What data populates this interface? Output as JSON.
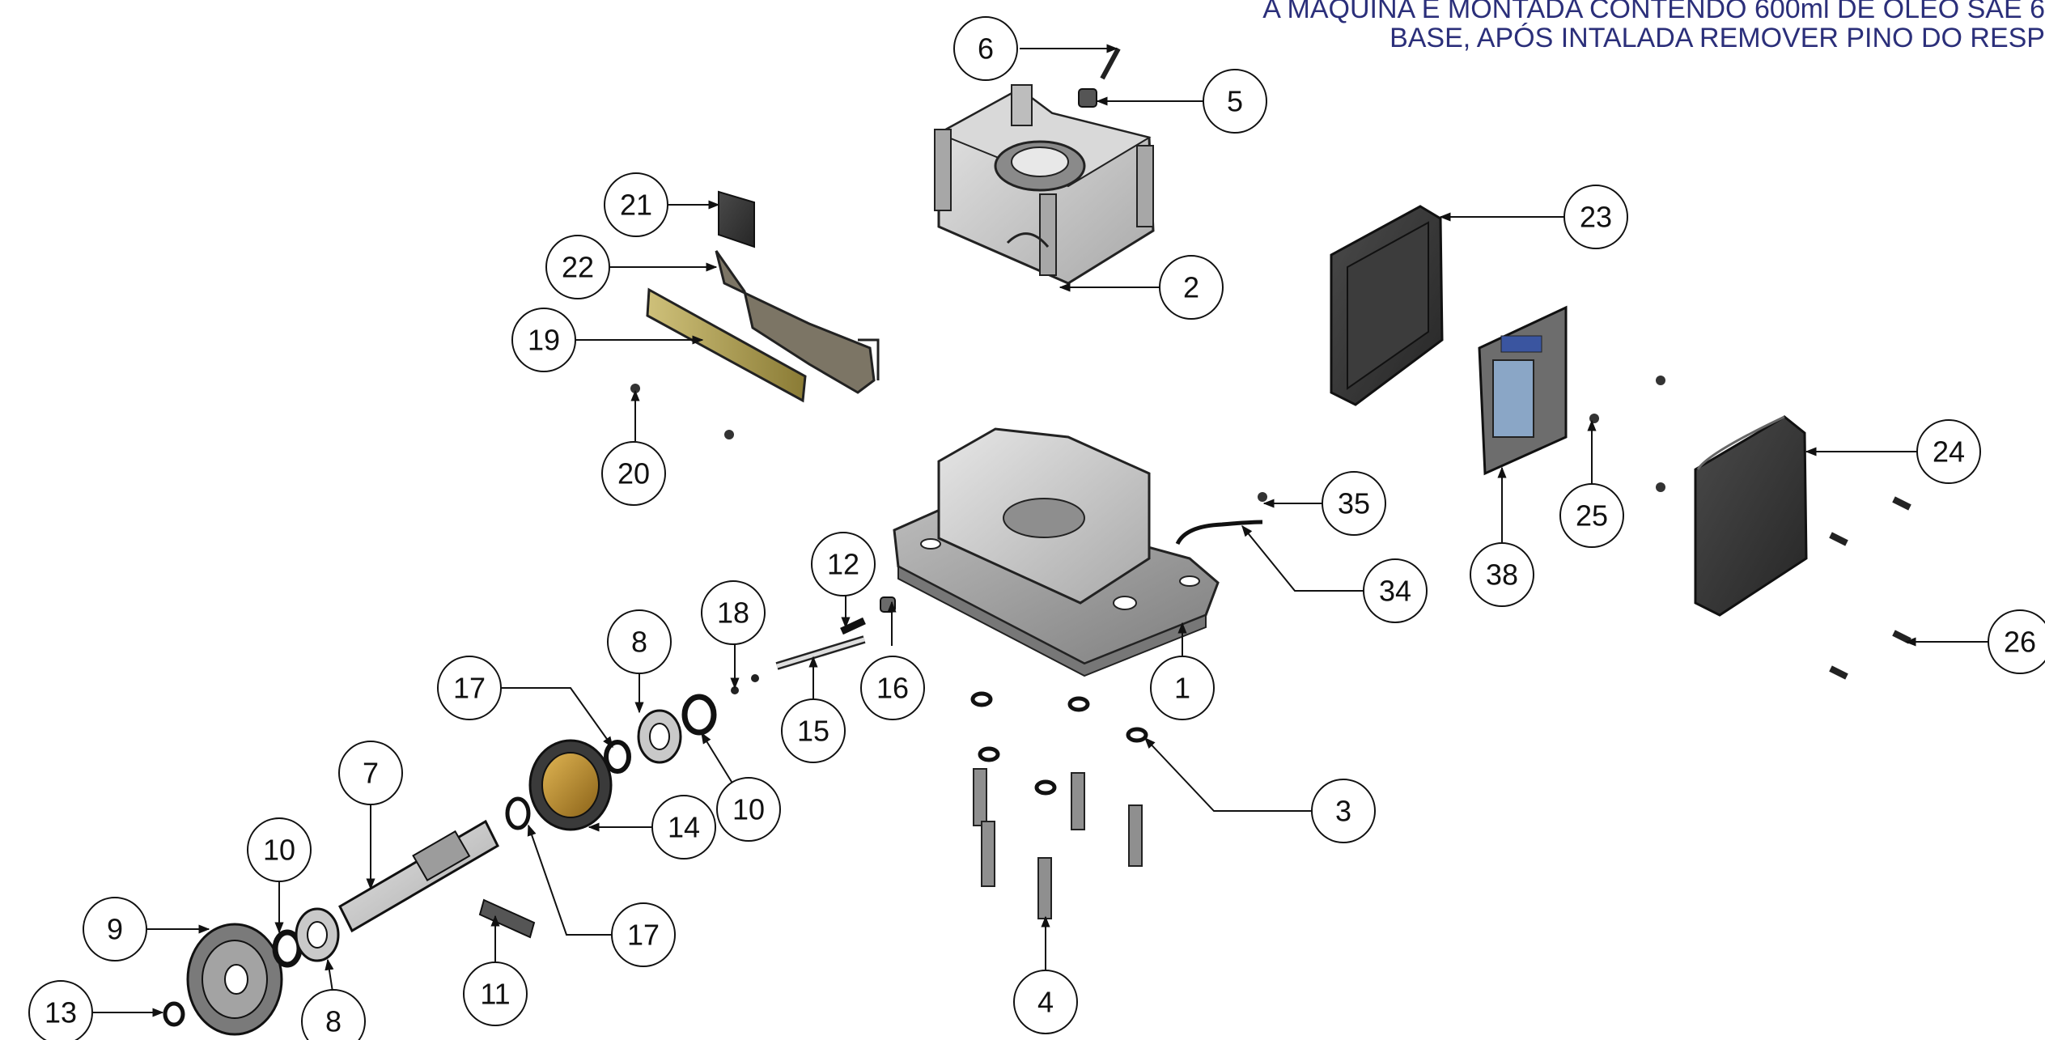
{
  "notes": {
    "line1": "A MÁQUINA É MONTADA CONTENDO 600ml DE ÓLEO SAE 6",
    "line2": "BASE, APÓS INTALADA REMOVER PINO DO RESP"
  },
  "callouts": [
    {
      "id": "c6",
      "label": "6"
    },
    {
      "id": "c5",
      "label": "5"
    },
    {
      "id": "c21",
      "label": "21"
    },
    {
      "id": "c22",
      "label": "22"
    },
    {
      "id": "c19",
      "label": "19"
    },
    {
      "id": "c2",
      "label": "2"
    },
    {
      "id": "c23",
      "label": "23"
    },
    {
      "id": "c20",
      "label": "20"
    },
    {
      "id": "c24",
      "label": "24"
    },
    {
      "id": "c35",
      "label": "35"
    },
    {
      "id": "c25",
      "label": "25"
    },
    {
      "id": "c38",
      "label": "38"
    },
    {
      "id": "c34",
      "label": "34"
    },
    {
      "id": "c12",
      "label": "12"
    },
    {
      "id": "c18",
      "label": "18"
    },
    {
      "id": "c8a",
      "label": "8"
    },
    {
      "id": "c26",
      "label": "26"
    },
    {
      "id": "c17a",
      "label": "17"
    },
    {
      "id": "c16",
      "label": "16"
    },
    {
      "id": "c1",
      "label": "1"
    },
    {
      "id": "c15",
      "label": "15"
    },
    {
      "id": "c7",
      "label": "7"
    },
    {
      "id": "c10a",
      "label": "10"
    },
    {
      "id": "c3",
      "label": "3"
    },
    {
      "id": "c14",
      "label": "14"
    },
    {
      "id": "c10b",
      "label": "10"
    },
    {
      "id": "c9",
      "label": "9"
    },
    {
      "id": "c17b",
      "label": "17"
    },
    {
      "id": "c11",
      "label": "11"
    },
    {
      "id": "c4",
      "label": "4"
    },
    {
      "id": "c13",
      "label": "13"
    },
    {
      "id": "c8b",
      "label": "8"
    }
  ]
}
